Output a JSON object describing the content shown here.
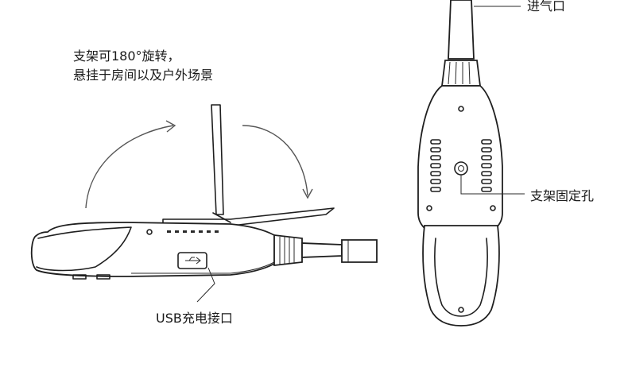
{
  "labels": {
    "stand_rotation_line1": "支架可180°旋转，",
    "stand_rotation_line2": "悬挂于房间以及户外场景",
    "usb_port": "USB充电接口",
    "air_inlet": "进气口",
    "stand_mount_hole": "支架固定孔"
  }
}
